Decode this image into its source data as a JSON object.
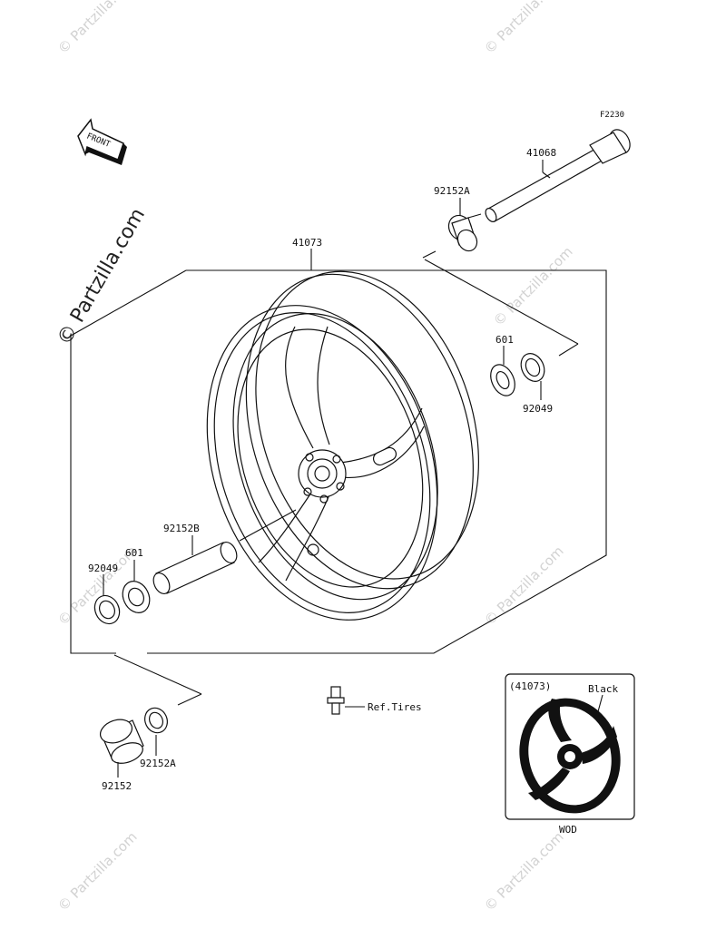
{
  "watermark": {
    "text": "© Partzilla.com",
    "small_text": "© Partzilla.com"
  },
  "diagram_code": "F2230",
  "front_arrow": "FRONT",
  "parts": {
    "axle": "41068",
    "collar_right_top": "92152A",
    "wheel": "41073",
    "bearing_right": "601",
    "seal_right": "92049",
    "spacer_center": "92152B",
    "bearing_left": "601",
    "seal_left": "92049",
    "collar_left": "92152",
    "collar_left_a": "92152A",
    "valve_ref": "Ref.Tires"
  },
  "inset": {
    "part_ref": "(41073)",
    "color": "Black",
    "variant": "WOD"
  }
}
